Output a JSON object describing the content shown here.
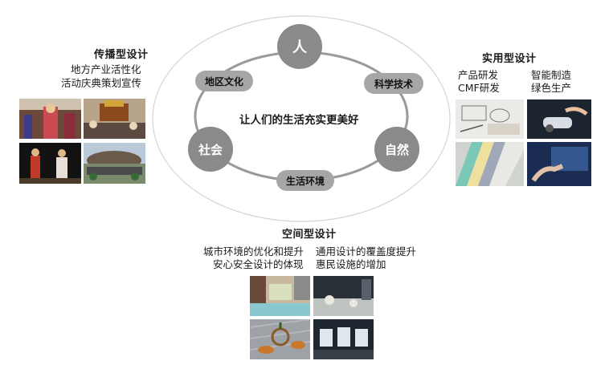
{
  "center": {
    "slogan": "让人们的生活充实更美好",
    "nodes": {
      "top": "人",
      "left": "社会",
      "right": "自然",
      "upper_left": "地区文化",
      "upper_right": "科学技术",
      "bottom": "生活环境"
    }
  },
  "left_panel": {
    "title": "传播型设计",
    "lines": [
      "地方产业活性化",
      "活动庆典策划宣传"
    ]
  },
  "right_panel": {
    "title": "实用型设计",
    "col1": [
      "产品研发",
      "CMF研发"
    ],
    "col2": [
      "智能制造",
      "绿色生产"
    ]
  },
  "bottom_panel": {
    "title": "空间型设计",
    "col1": [
      "城市环境的优化和提升",
      "安心安全设计的体现"
    ],
    "col2": [
      "通用设计的覆盖度提升",
      "惠民设施的增加"
    ]
  }
}
